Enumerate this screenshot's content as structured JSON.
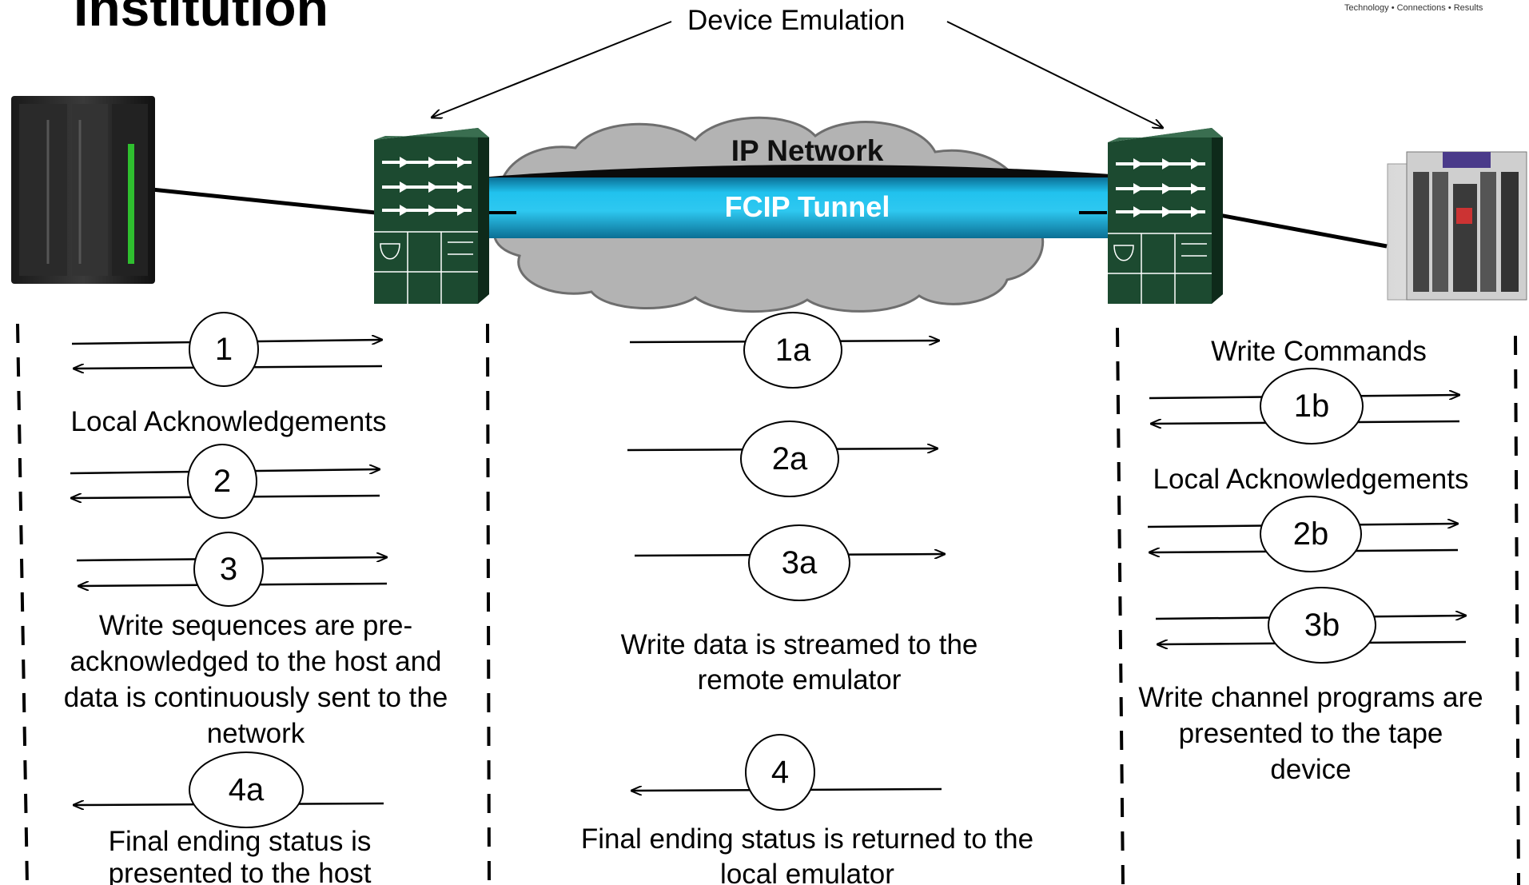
{
  "title": "Institution",
  "tagline": "Technology • Connections • Results",
  "device_emulation_label": "Device Emulation",
  "ip_network_label": "IP Network",
  "fcip_tunnel_label": "FCIP Tunnel",
  "host_side": {
    "local_ack_label": "Local Acknowledgements",
    "steps": [
      "1",
      "2",
      "3",
      "4a"
    ],
    "description": "Write sequences are pre-acknowledged to the host and data is continuously sent to the network",
    "final_description": "Final ending status is presented to the host"
  },
  "network_side": {
    "steps": [
      "1a",
      "2a",
      "3a",
      "4"
    ],
    "description": "Write data is streamed to the remote emulator",
    "final_description": "Final ending status is returned to the local emulator"
  },
  "tape_side": {
    "write_commands_label": "Write Commands",
    "local_ack_label": "Local Acknowledgements",
    "steps": [
      "1b",
      "2b",
      "3b"
    ],
    "description": "Write channel programs are presented to the tape device"
  },
  "colors": {
    "tunnel": "#1ab8e6",
    "switch": "#1c4a30",
    "cloud": "#b3b3b3"
  }
}
